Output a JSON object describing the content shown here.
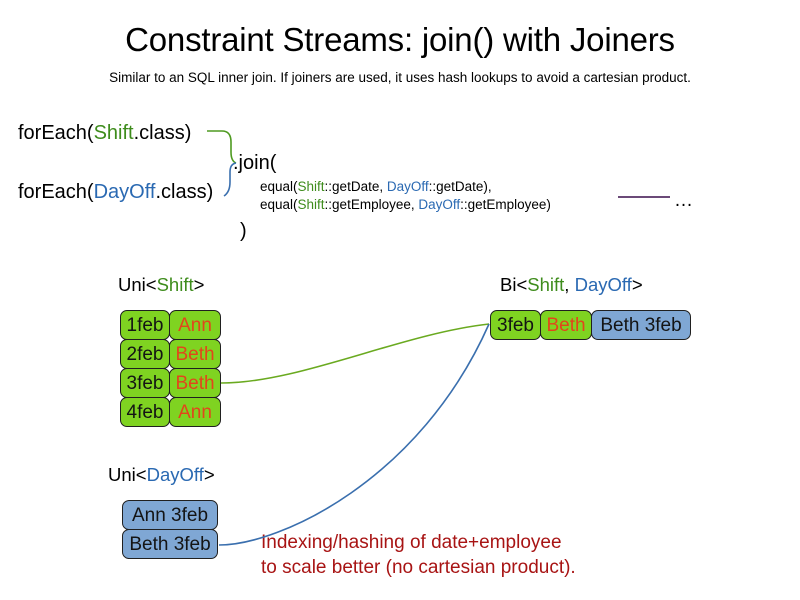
{
  "header": {
    "title": "Constraint Streams: join() with Joiners",
    "subtitle": "Similar to an SQL inner join. If joiners are used, it uses hash lookups to avoid a cartesian product."
  },
  "code": {
    "foreach_shift": {
      "prefix": "forEach(",
      "type": "Shift",
      "suffix": ".class)"
    },
    "foreach_dayoff": {
      "prefix": "forEach(",
      "type": "DayOff",
      "suffix": ".class)"
    },
    "join_open": ".join(",
    "join_close": ")",
    "equal_lines": [
      {
        "prefix": "equal(",
        "left_type": "Shift",
        "left_method": "::getDate, ",
        "right_type": "DayOff",
        "right_method": "::getDate),"
      },
      {
        "prefix": "equal(",
        "left_type": "Shift",
        "left_method": "::getEmployee, ",
        "right_type": "DayOff",
        "right_method": "::getEmployee)"
      }
    ],
    "ellipsis": "…"
  },
  "streams": {
    "uni_shift": {
      "label_prefix": "Uni<",
      "label_type": "Shift",
      "label_suffix": ">",
      "rows": [
        {
          "date": "1feb",
          "employee": "Ann"
        },
        {
          "date": "2feb",
          "employee": "Beth"
        },
        {
          "date": "3feb",
          "employee": "Beth"
        },
        {
          "date": "4feb",
          "employee": "Ann"
        }
      ]
    },
    "uni_dayoff": {
      "label_prefix": "Uni<",
      "label_type": "DayOff",
      "label_suffix": ">",
      "rows": [
        {
          "value": "Ann 3feb"
        },
        {
          "value": "Beth 3feb"
        }
      ]
    },
    "bi": {
      "label_prefix": "Bi<",
      "label_type_a": "Shift",
      "label_sep": ", ",
      "label_type_b": "DayOff",
      "label_suffix": ">",
      "row": {
        "date": "3feb",
        "employee": "Beth",
        "dayoff": "Beth 3feb"
      }
    }
  },
  "annotation": {
    "line1": "Indexing/hashing of date+employee",
    "line2": "to scale better (no cartesian product)."
  },
  "colors": {
    "shift_green": "#3e8c1c",
    "dayoff_blue": "#2a69b2",
    "box_green": "#7fd321",
    "box_blue": "#7fa7d4",
    "employee_orange": "#e2461b",
    "annotation_red": "#a81414",
    "rule_purple": "#6b4a78"
  }
}
